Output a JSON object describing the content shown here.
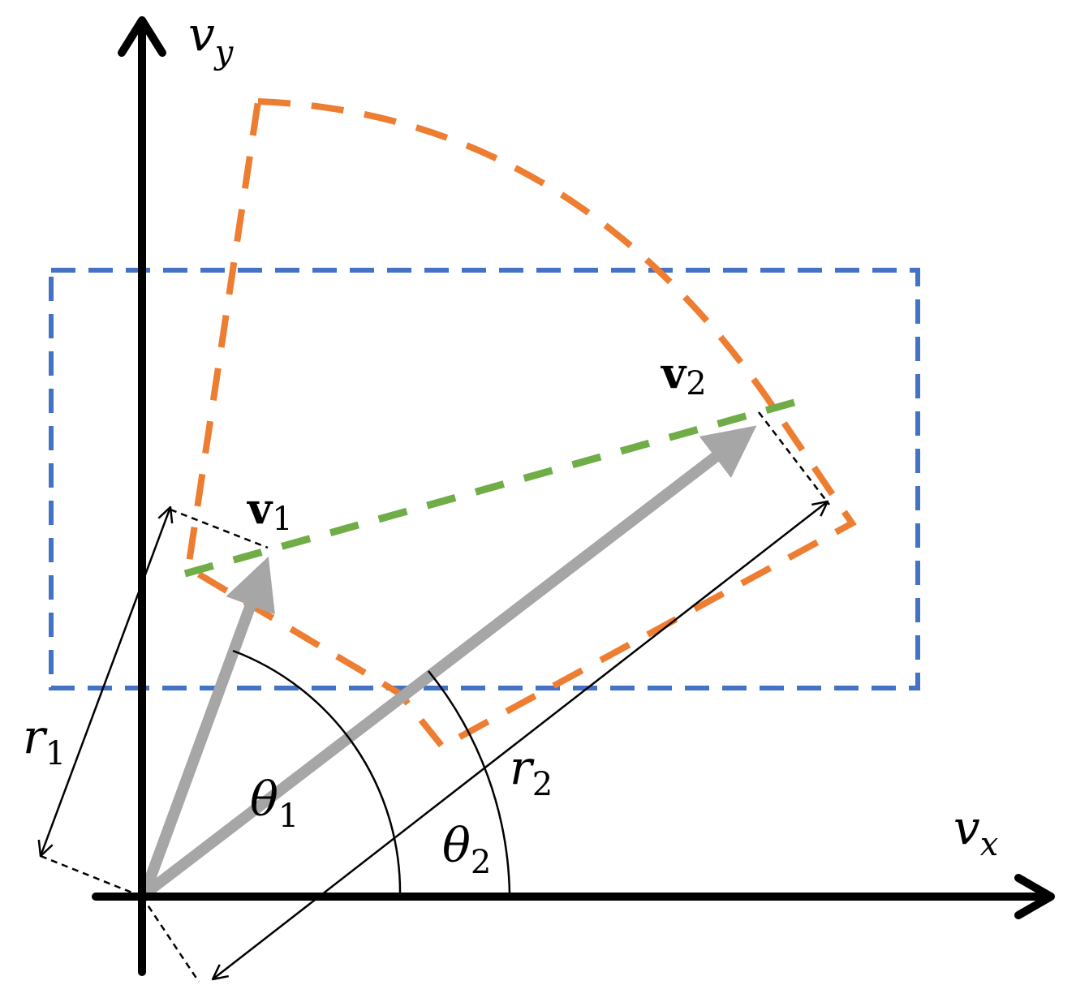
{
  "labels": {
    "vy": {
      "main": "v",
      "sub": "y"
    },
    "vx": {
      "main": "v",
      "sub": "x"
    },
    "v1": {
      "main": "v",
      "sub": "1"
    },
    "v2": {
      "main": "v",
      "sub": "2"
    },
    "r1": {
      "main": "r",
      "sub": "1"
    },
    "r2": {
      "main": "r",
      "sub": "2"
    },
    "theta1": {
      "main": "θ",
      "sub": "1"
    },
    "theta2": {
      "main": "θ",
      "sub": "2"
    }
  },
  "colors": {
    "axes": "#000000",
    "blue_box": "#4472C4",
    "orange_sector": "#ED7D31",
    "green_line": "#70AD47",
    "vectors": "#A6A6A6",
    "annotations": "#000000"
  }
}
